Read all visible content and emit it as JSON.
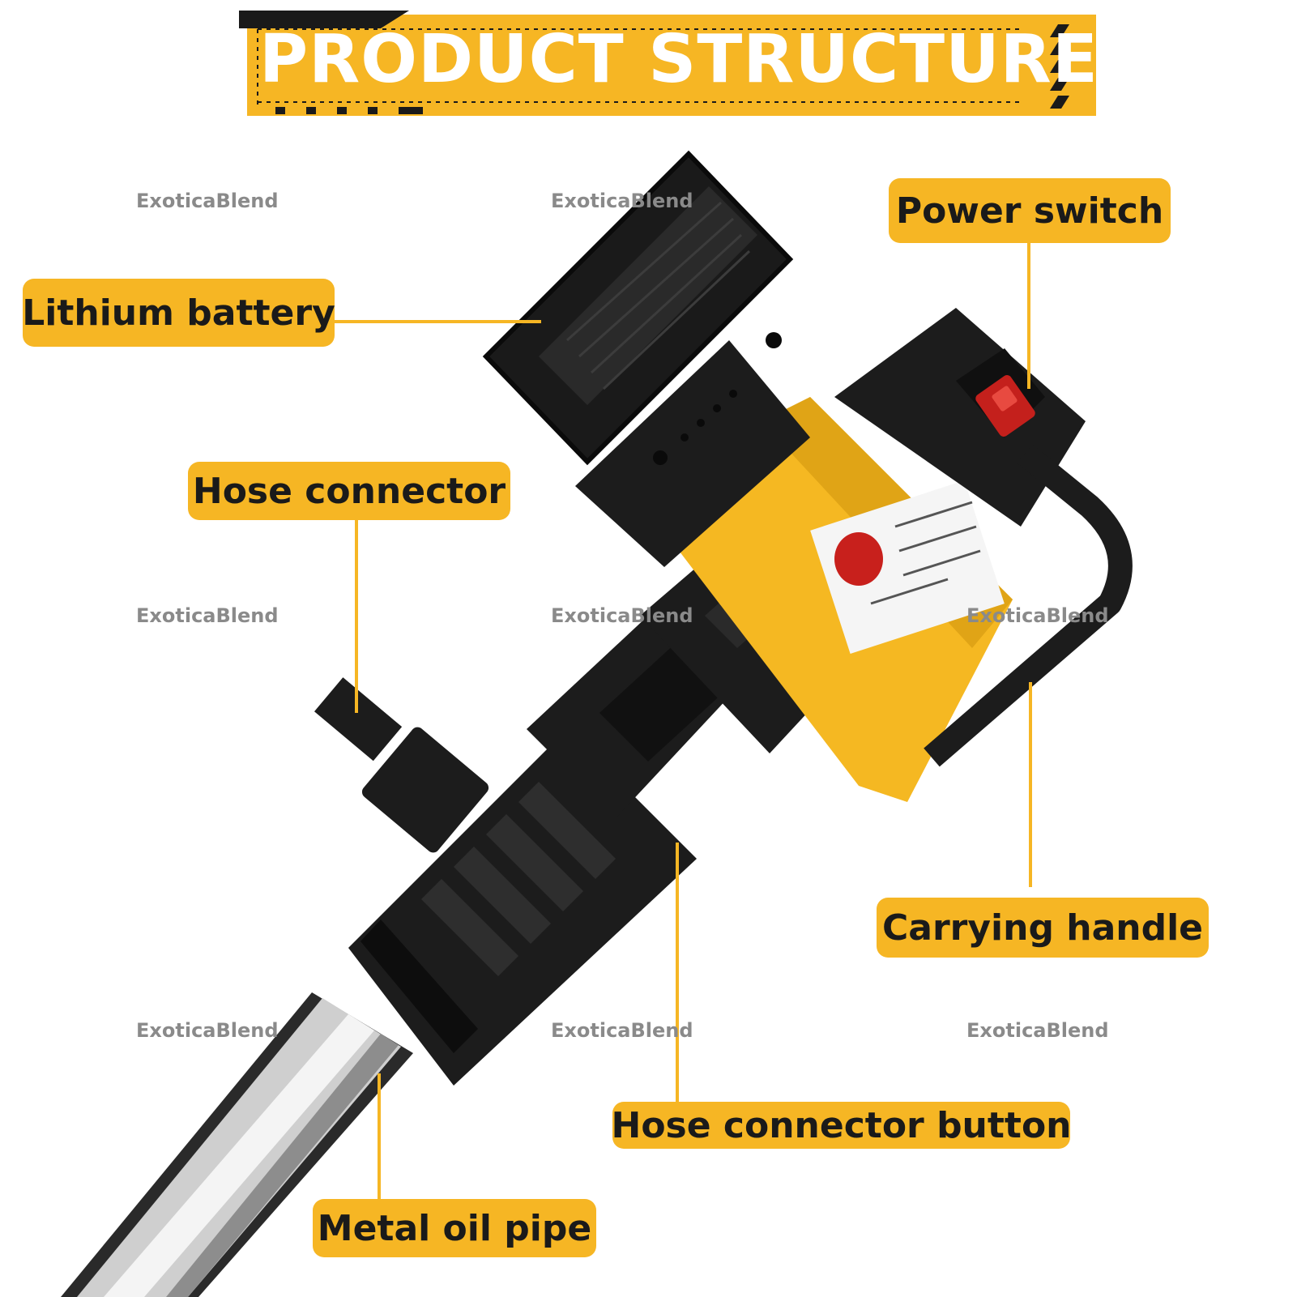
{
  "title": "PRODUCT STRUCTURE",
  "watermark": "ExoticaBlend",
  "labels": {
    "lithium_battery": "Lithium battery",
    "power_switch": "Power switch",
    "hose_connector": "Hose connector",
    "carrying_handle": "Carrying handle",
    "hose_connector_button": "Hose connector button",
    "metal_oil_pipe": "Metal oil pipe"
  },
  "colors": {
    "accent": "#f6b624",
    "tool_body": "#1c1c1c",
    "switch": "#c4201c",
    "pipe": "#c8c8c8"
  },
  "illustration": "electric oil pump"
}
